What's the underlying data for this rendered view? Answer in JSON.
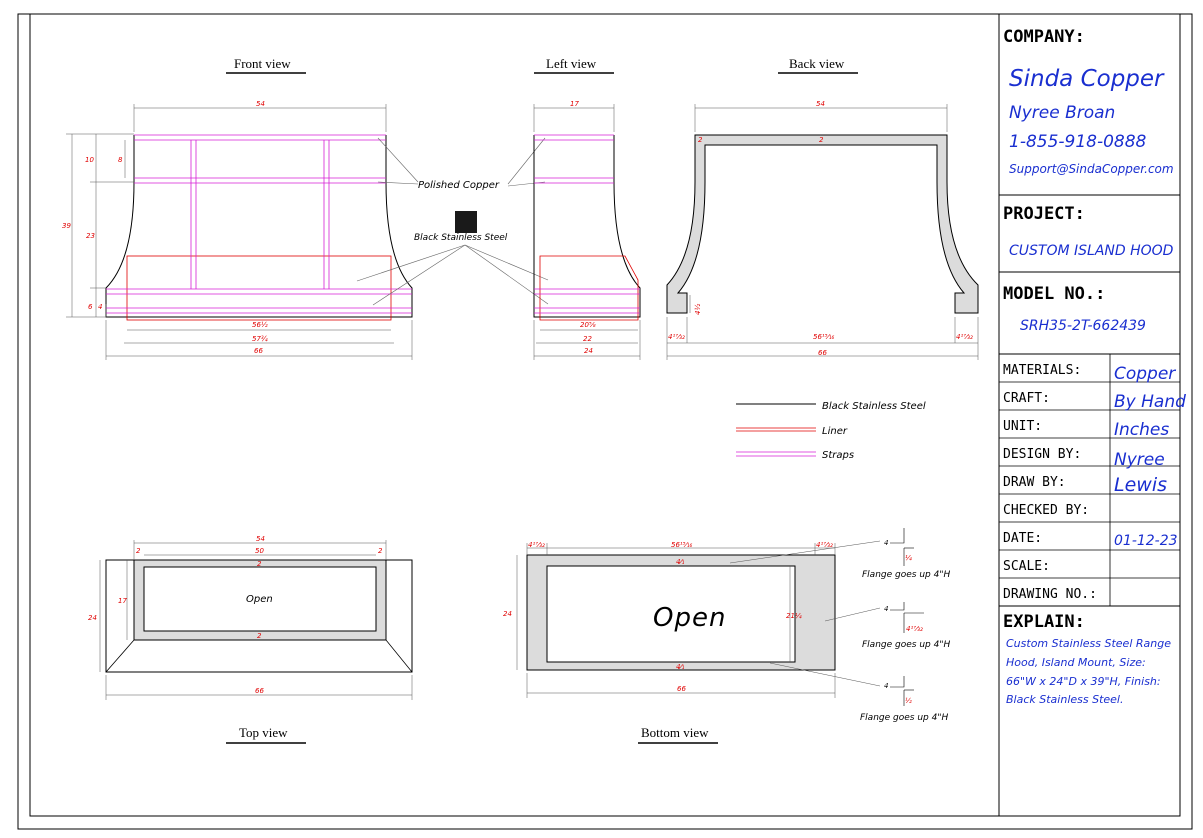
{
  "views": {
    "front": "Front view",
    "left": "Left view",
    "back": "Back view",
    "top": "Top view",
    "bottom": "Bottom view"
  },
  "callouts": {
    "polished_copper": "Polished Copper",
    "black_stainless": "Black Stainless Steel",
    "open_small": "Open",
    "open_large": "Open",
    "flange": "Flange goes up 4\"H"
  },
  "legend": {
    "items": [
      {
        "label": "Black Stainless Steel",
        "color": "#000000"
      },
      {
        "label": "Liner",
        "color": "#e00000"
      },
      {
        "label": "Straps",
        "color": "#d61fd6"
      }
    ]
  },
  "dimensions": {
    "front": {
      "width": "54",
      "h10": "10",
      "h8": "8",
      "h39": "39",
      "h23": "23",
      "h6": "6",
      "h4": "4",
      "w56": "56½",
      "w57": "57¾",
      "w66": "66"
    },
    "left": {
      "width": "17",
      "w20": "20⅝",
      "w22": "22",
      "w24": "24"
    },
    "back": {
      "width": "54",
      "t2a": "2",
      "t2b": "2",
      "h4": "4½",
      "f1": "4¹⁷⁄₃₂",
      "mid": "56¹⁵⁄₁₆",
      "f2": "4¹⁷⁄₃₂",
      "w66": "66"
    },
    "top": {
      "w54": "54",
      "w50": "50",
      "t2a": "2",
      "t2b": "2",
      "d24": "24",
      "d17": "17",
      "c2": "2",
      "c2b": "2",
      "w66": "66"
    },
    "bottom": {
      "f1": "4¹⁷⁄₃₂",
      "mid": "56¹⁵⁄₁₆",
      "f2": "4¹⁷⁄₃₂",
      "d24": "24",
      "d21": "21¼",
      "c1": "4⁄₁",
      "c2": "4⁄₁",
      "w66": "66",
      "fl1": "4",
      "fl1b": "¼",
      "fl2": "4",
      "fl2b": "4¹⁷⁄₃₂",
      "fl3": "4",
      "fl3b": "½"
    }
  },
  "title_block": {
    "company_label": "COMPANY:",
    "company_name": "Sinda Copper",
    "contact_name": "Nyree Broan",
    "phone": "1-855-918-0888",
    "email": "Support@SindaCopper.com",
    "project_label": "PROJECT:",
    "project": "CUSTOM ISLAND HOOD",
    "model_label": "MODEL NO.:",
    "model": "SRH35-2T-662439",
    "rows": [
      {
        "label": "MATERIALS:",
        "value": "Copper"
      },
      {
        "label": "CRAFT:",
        "value": "By Hand"
      },
      {
        "label": "UNIT:",
        "value": "Inches"
      },
      {
        "label": "DESIGN BY:",
        "value": "Nyree"
      },
      {
        "label": "DRAW BY:",
        "value": "Lewis"
      },
      {
        "label": "CHECKED BY:",
        "value": ""
      },
      {
        "label": "DATE:",
        "value": "01-12-23"
      },
      {
        "label": "SCALE:",
        "value": ""
      },
      {
        "label": "DRAWING NO.:",
        "value": ""
      }
    ],
    "explain_label": "EXPLAIN:",
    "explain_lines": [
      "Custom Stainless Steel Range",
      "Hood, Island Mount, Size:",
      "66\"W x 24\"D x 39\"H, Finish:",
      "Black Stainless Steel."
    ]
  }
}
